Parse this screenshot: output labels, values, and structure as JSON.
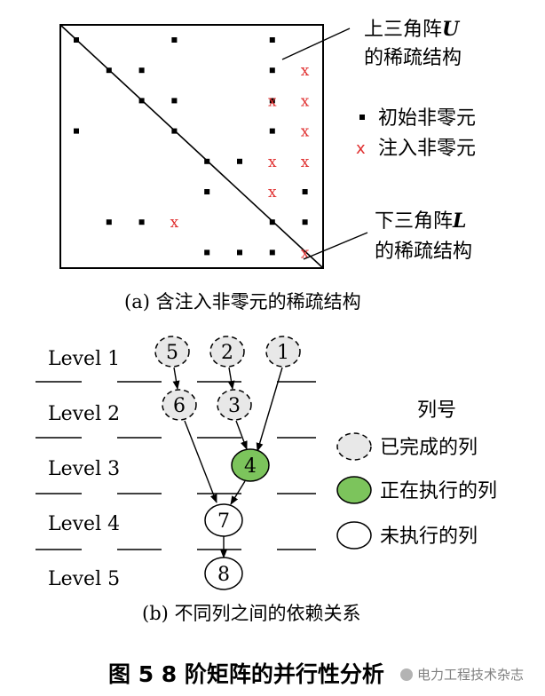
{
  "panel_a": {
    "upper_label_line1": "上三角阵",
    "upper_label_var": "U",
    "upper_label_line2": "的稀疏结构",
    "lower_label_line1": "下三角阵",
    "lower_label_var": "L",
    "lower_label_line2": "的稀疏结构",
    "legend_original": "初始非零元",
    "legend_fill": "注入非零元",
    "caption": "(a)  含注入非零元的稀疏结构",
    "fill_mark": "x",
    "nonzeros": [
      [
        1,
        1
      ],
      [
        1,
        4
      ],
      [
        1,
        7
      ],
      [
        2,
        2
      ],
      [
        2,
        3
      ],
      [
        2,
        7
      ],
      [
        3,
        3
      ],
      [
        3,
        4
      ],
      [
        3,
        7
      ],
      [
        4,
        1
      ],
      [
        4,
        4
      ],
      [
        4,
        7
      ],
      [
        5,
        5
      ],
      [
        5,
        6
      ],
      [
        6,
        5
      ],
      [
        6,
        8
      ],
      [
        7,
        2
      ],
      [
        7,
        3
      ],
      [
        7,
        7
      ],
      [
        7,
        8
      ],
      [
        8,
        5
      ],
      [
        8,
        6
      ],
      [
        8,
        7
      ]
    ],
    "fills": [
      [
        2,
        8
      ],
      [
        3,
        7
      ],
      [
        3,
        8
      ],
      [
        4,
        8
      ],
      [
        5,
        7
      ],
      [
        5,
        8
      ],
      [
        6,
        7
      ],
      [
        7,
        4
      ],
      [
        8,
        8
      ]
    ],
    "colors": {
      "nonzero": "#000000",
      "fill": "#e03030"
    }
  },
  "panel_b": {
    "levels": [
      "Level  1",
      "Level  2",
      "Level  3",
      "Level  4",
      "Level  5"
    ],
    "legend_title": "列号",
    "legend_done": "已完成的列",
    "legend_running": "正在执行的列",
    "legend_pending": "未执行的列",
    "nodes": [
      {
        "label": "5",
        "state": "done"
      },
      {
        "label": "2",
        "state": "done"
      },
      {
        "label": "1",
        "state": "done"
      },
      {
        "label": "6",
        "state": "done"
      },
      {
        "label": "3",
        "state": "done"
      },
      {
        "label": "4",
        "state": "running"
      },
      {
        "label": "7",
        "state": "pending"
      },
      {
        "label": "8",
        "state": "pending"
      }
    ],
    "edges": [
      [
        "5",
        "6"
      ],
      [
        "2",
        "3"
      ],
      [
        "1",
        "4"
      ],
      [
        "3",
        "4"
      ],
      [
        "6",
        "7"
      ],
      [
        "4",
        "7"
      ],
      [
        "7",
        "8"
      ]
    ],
    "caption": "(b)  不同列之间的依赖关系",
    "colors": {
      "done_fill": "#e8e8e8",
      "running_fill": "#7cc45c",
      "pending_fill": "#ffffff"
    }
  },
  "figure_title": "图 5   8 阶矩阵的并行性分析",
  "watermark": "电力工程技术杂志"
}
